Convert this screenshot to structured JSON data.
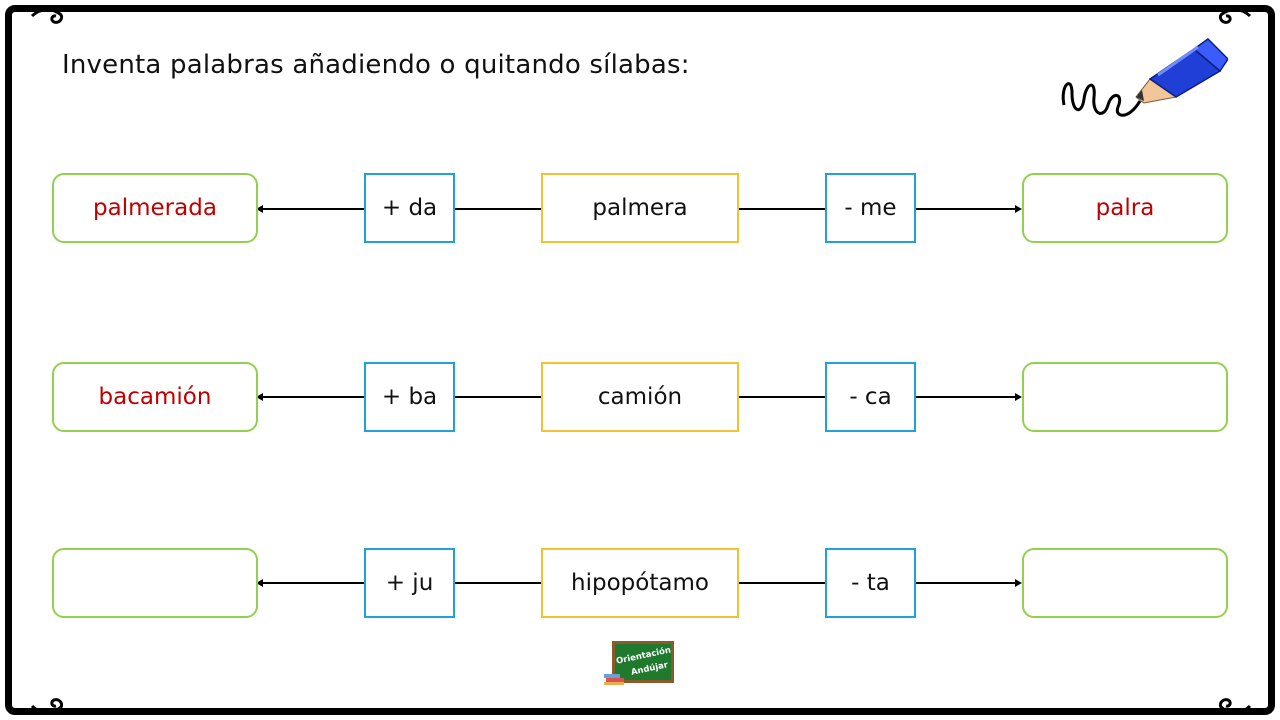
{
  "title": "Inventa palabras añadiendo o quitando sílabas:",
  "rows": [
    {
      "result_left": "palmerada",
      "add": "+ da",
      "word": "palmera",
      "remove": "- me",
      "result_right": "palra"
    },
    {
      "result_left": "bacamión",
      "add": "+ ba",
      "word": "camión",
      "remove": "- ca",
      "result_right": ""
    },
    {
      "result_left": "",
      "add": "+ ju",
      "word": "hipopótamo",
      "remove": "- ta",
      "result_right": ""
    }
  ],
  "logo": {
    "line1": "Orientación",
    "line2": "Andújar"
  },
  "icons": {
    "decoration": "pencil-icon",
    "corners": "corner-flourish-icon"
  },
  "colors": {
    "result_border": "#92d050",
    "result_text": "#c00000",
    "operation_border": "#1fa2d8",
    "word_border": "#f1c232"
  }
}
